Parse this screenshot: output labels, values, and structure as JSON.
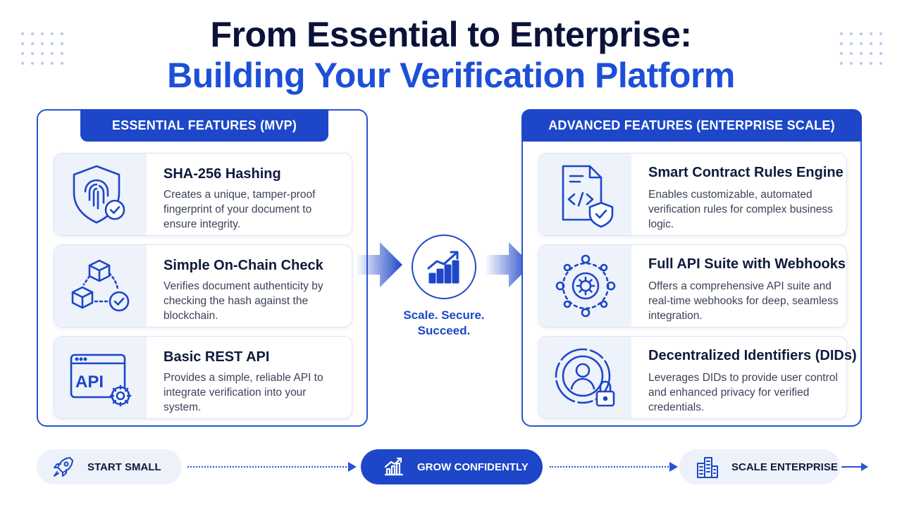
{
  "header": {
    "title_line1": "From Essential to Enterprise:",
    "title_line2": "Building Your Verification Platform"
  },
  "essential": {
    "heading": "ESSENTIAL FEATURES (MVP)",
    "cards": [
      {
        "title": "SHA-256 Hashing",
        "desc": "Creates a unique, tamper-proof fingerprint of your document to ensure integrity.",
        "icon": "shield-fingerprint-icon"
      },
      {
        "title": "Simple On-Chain Check",
        "desc": "Verifies document authenticity by checking the hash against the blockchain.",
        "icon": "blockchain-check-icon"
      },
      {
        "title": "Basic REST API",
        "desc": "Provides a simple, reliable API to integrate verification into your system.",
        "icon": "api-window-icon",
        "icon_text": "API"
      }
    ]
  },
  "advanced": {
    "heading": "ADVANCED FEATURES (ENTERPRISE SCALE)",
    "cards": [
      {
        "title": "Smart Contract Rules Engine",
        "desc": "Enables customizable, automated verification rules for complex business logic.",
        "icon": "smart-contract-icon"
      },
      {
        "title": "Full API Suite with Webhooks",
        "desc": "Offers a comprehensive API suite and real-time webhooks for deep, seamless integration.",
        "icon": "api-network-gear-icon"
      },
      {
        "title": "Decentralized Identifiers (DIDs)",
        "desc": "Leverages DIDs to provide user control and enhanced privacy for verified credentials.",
        "icon": "user-lock-icon"
      }
    ]
  },
  "center": {
    "tagline_line1": "Scale. Secure.",
    "tagline_line2": "Succeed.",
    "icon": "growth-chart-icon"
  },
  "journey": [
    {
      "label": "START SMALL",
      "icon": "rocket-icon"
    },
    {
      "label": "GROW CONFIDENTLY",
      "icon": "bar-chart-icon"
    },
    {
      "label": "SCALE ENTERPRISE",
      "icon": "buildings-icon"
    }
  ],
  "colors": {
    "primary": "#1d47c8",
    "title_dark": "#0b1238",
    "card_icon_bg": "#eef2fb"
  }
}
